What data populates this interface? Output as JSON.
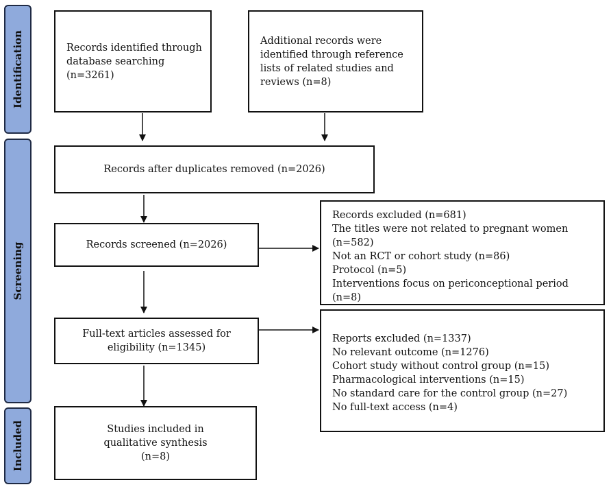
{
  "phases": {
    "identification": "Identification",
    "screening": "Screening",
    "included": "Included"
  },
  "boxes": {
    "database": "Records identified through\ndatabase  searching\n(n=3261)",
    "additional": "Additional records were\nidentified through reference\nlists of related studies and\nreviews (n=8)",
    "duplicates": "Records after duplicates removed (n=2026)",
    "screened": "Records screened (n=2026)",
    "fulltext": "Full-text articles assessed  for\neligibility (n=1345)",
    "included": "Studies included in\nqualitative synthesis\n(n=8)"
  },
  "records_excluded": [
    "Records excluded (n=681)",
    "The titles were not related to pregnant women",
    "(n=582)",
    "Not an RCT or cohort study (n=86)",
    "Protocol (n=5)",
    "Interventions focus on periconceptional period",
    "(n=8)"
  ],
  "reports_excluded": [
    "Reports excluded (n=1337)",
    "No relevant outcome (n=1276)",
    "Cohort study without control group (n=15)",
    "Pharmacological interventions (n=15)",
    "No standard care for the control group (n=27)",
    "No full-text access (n=4)"
  ]
}
